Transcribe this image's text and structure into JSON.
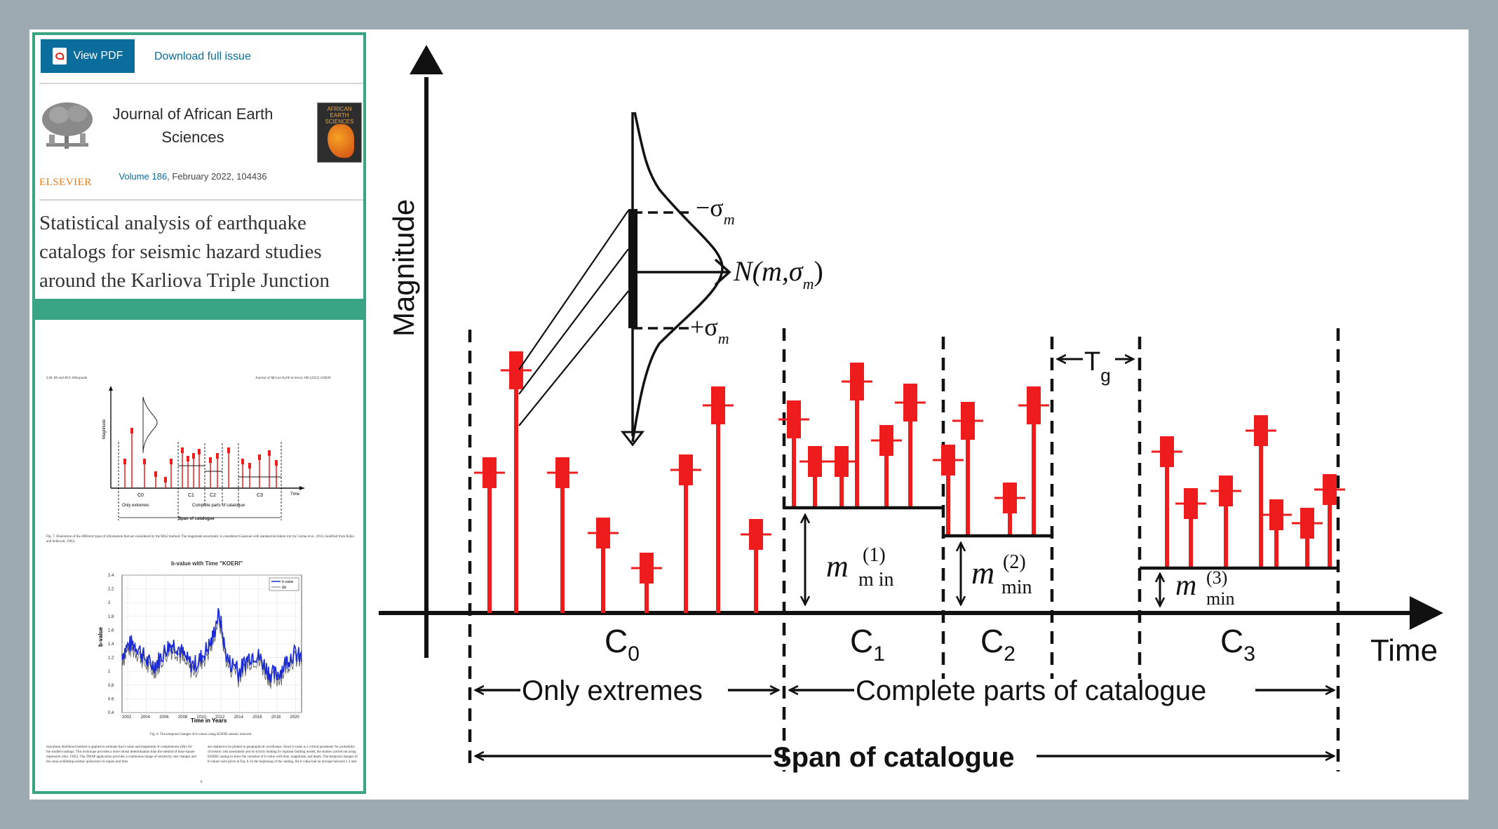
{
  "toolbar": {
    "view_pdf_label": "View PDF",
    "download_label": "Download full issue",
    "pdf_icon": "pdf-file-icon"
  },
  "journal": {
    "publisher": "ELSEVIER",
    "title": "Journal of African Earth Sciences",
    "volume_link": "Volume 186",
    "volume_rest": ", February 2022, 104436",
    "cover_text": "AFRICAN EARTH SCIENCES"
  },
  "article": {
    "title": "Statistical analysis of earthquake catalogs for seismic hazard studies around the Karliova Triple Junction (eastern Turkey)"
  },
  "thumbnail": {
    "header_left": "S.M. Ali and M.F. Abbojaodu",
    "header_right": "Journal of African Earth Sciences 186 (2022) 104436",
    "fig7_caption": "Fig. 7. Illustration of the different types of information that are considered by the MA2 method. The magnitude uncertainty is considered Gaussian with standard deviation σm (in Cosma et al., 2014, modified from Kijko and Sellevoll, 1992).",
    "fig8_title": "b-value with Time \"KOERI\"",
    "fig8_ylabel": "b-value",
    "fig8_xlabel": "Time in Years",
    "fig8_legend": [
      "b-value",
      "Δb"
    ],
    "fig8_yticks": [
      "2.4",
      "2.2",
      "2",
      "1.8",
      "1.6",
      "1.4",
      "1.2",
      "1",
      "0.8",
      "0.6",
      "0.4"
    ],
    "fig8_xticks": [
      "2002",
      "2004",
      "2006",
      "2008",
      "2010",
      "2012",
      "2014",
      "2016",
      "2018",
      "2020"
    ],
    "fig8_caption": "Fig. 8. The temporal changes of b-values using KOERI seismic network.",
    "body_left": "maximum likelihood method is applied to estimate the b-value and magnitude of completeness (Mc) for the studied catalogs. This technique provides a more robust determination than the method of least-square regression (Aki, 1965). The ZMAP application provides a continuous image of seismicity rate changes and the areas exhibiting seismic quiescence in region and time",
    "body_right": "are enabled to be plotted in geographical coordinates. Since b-value is a critical parameter for probability of seismic risk assessment and its strictly binding by regional faulting model, the studies carried out using KOERI catalog to show the variation of b-value with time, magnitude, and depth. The temporal changes of b-values were given in Fig. 8. In the beginning of the catalog, the b-value had an average between 1.1 and",
    "page_no": "8"
  },
  "figure": {
    "ylabel": "Magnitude",
    "xlabel": "Time",
    "sigma_minus": "−σ",
    "sigma_plus": "+σ",
    "sigma_sub": "m",
    "normal_label": "N(m,σ",
    "normal_sub": "m",
    "normal_close": ")",
    "tg_label": "T",
    "tg_sub": "g",
    "segments": [
      "C0",
      "C1",
      "C2",
      "C3"
    ],
    "segment_main": "C",
    "segment_subs": [
      "0",
      "1",
      "2",
      "3"
    ],
    "mmin_main": "m",
    "mmin_labels": [
      {
        "sup": "(1)",
        "sub": "m in"
      },
      {
        "sup": "(2)",
        "sub": "min"
      },
      {
        "sup": "(3)",
        "sub": "min"
      }
    ],
    "only_extremes": "Only extremes",
    "complete_parts": "Complete parts of catalogue",
    "span": "Span of catalogue",
    "colors": {
      "event": "#ee1c1c",
      "axis": "#111111"
    }
  }
}
